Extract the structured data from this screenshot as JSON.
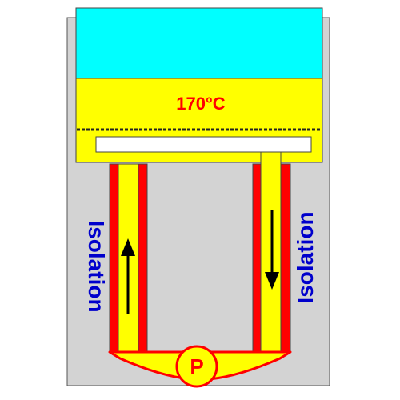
{
  "temperature_label": "170°C",
  "insulation_left": "Isolation",
  "insulation_right": "Isolation",
  "pump_label": "P",
  "flow": {
    "left_pipe": "up",
    "right_pipe": "down"
  },
  "colors": {
    "background": "#ffffff",
    "outer_insulation": "#d3d3d3",
    "cold_section": "#00ffff",
    "hot_section": "#ffff00",
    "pipe_wall": "#ff0000",
    "insulation_text": "#0000cc",
    "temperature_text": "#ff0000",
    "pump_text": "#ff0000",
    "arrow": "#000000"
  }
}
